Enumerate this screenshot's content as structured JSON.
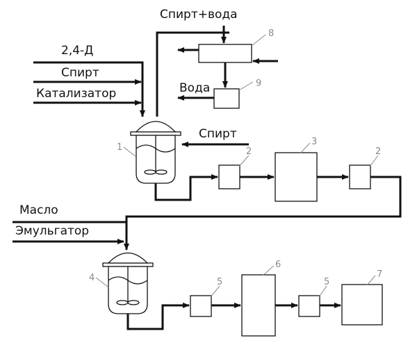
{
  "inputs": {
    "reagent": "2,4-Д",
    "alcohol": "Спирт",
    "catalyst": "Катализатор",
    "alcohol_water": "Спирт+вода",
    "water_out": "Вода",
    "alcohol_return": "Спирт",
    "oil": "Масло",
    "emulsifier": "Эмульгатор"
  },
  "numbers": {
    "reactor_1": "1",
    "filter_2a": "2",
    "unit_3": "3",
    "filter_2b": "2",
    "reactor_4": "4",
    "filter_5a": "5",
    "unit_6": "6",
    "filter_5b": "5",
    "unit_7": "7",
    "column_8": "8",
    "separator_9": "9"
  }
}
